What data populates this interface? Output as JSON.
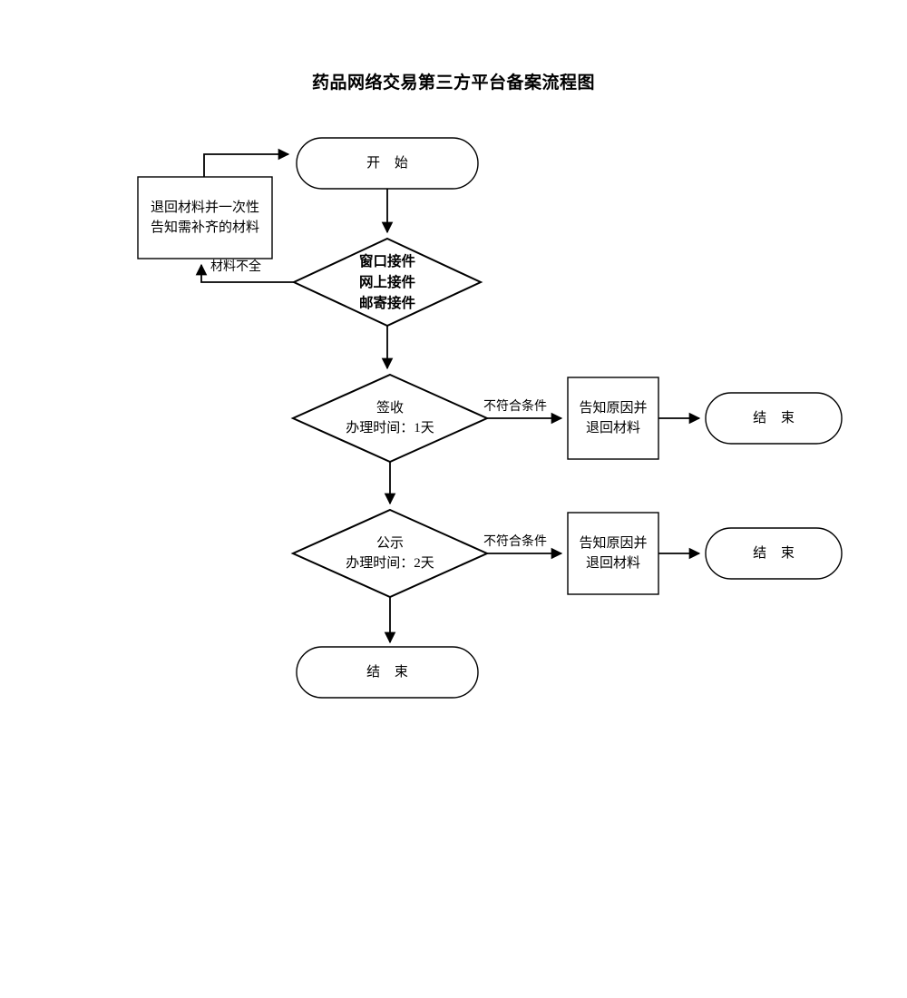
{
  "document": {
    "title": "药品网络交易第三方平台备案流程图",
    "type": "flowchart",
    "background_color": "#ffffff",
    "line_color": "#000000",
    "text_color": "#000000"
  },
  "nodes": {
    "start": {
      "shape": "terminator",
      "label": "开 始"
    },
    "return_materials": {
      "shape": "rectangle",
      "line1": "退回材料并一次性",
      "line2": "告知需补齐的材料"
    },
    "intake": {
      "shape": "diamond",
      "line1": "窗口接件",
      "line2": "网上接件",
      "line3": "邮寄接件",
      "bold": "true"
    },
    "sign_receipt": {
      "shape": "diamond",
      "line1": "签收",
      "line2": "办理时间：1天"
    },
    "notify_return_1": {
      "shape": "rectangle",
      "line1": "告知原因并",
      "line2": "退回材料"
    },
    "end_right_1": {
      "shape": "terminator",
      "label": "结 束"
    },
    "publicity": {
      "shape": "diamond",
      "line1": "公示",
      "line2": "办理时间：2天"
    },
    "notify_return_2": {
      "shape": "rectangle",
      "line1": "告知原因并",
      "line2": "退回材料"
    },
    "end_right_2": {
      "shape": "terminator",
      "label": "结 束"
    },
    "end_bottom": {
      "shape": "terminator",
      "label": "结 束"
    }
  },
  "edge_labels": {
    "materials_incomplete": "材料不全",
    "not_qualified_1": "不符合条件",
    "not_qualified_2": "不符合条件"
  }
}
